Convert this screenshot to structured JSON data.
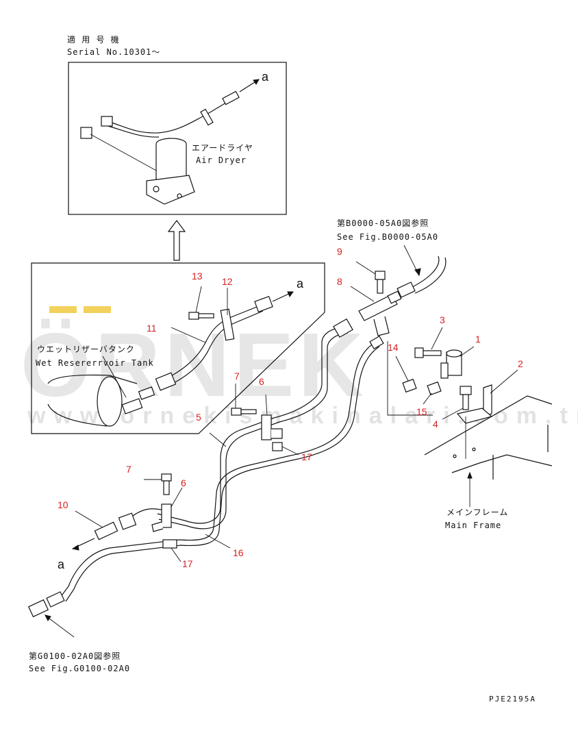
{
  "watermark": {
    "brand": "ÖRNEK",
    "url": "www.ornekismakinalari.com.tr",
    "accent_color": "#f2d15c"
  },
  "inset": {
    "serial_jp": "適 用 号 機",
    "serial_en": "Serial No.10301～",
    "air_dryer_jp": "エアードライヤ",
    "air_dryer_en": "Air Dryer",
    "ref_letter": "a"
  },
  "wet_tank": {
    "label_jp": "ウエットリザーバタンク",
    "label_en": "Wet Resererrvoir Tank",
    "ref_letter": "a"
  },
  "refs": {
    "top_jp": "第B0000-05A0図参照",
    "top_en": "See Fig.B0000-05A0",
    "bottom_jp": "第G0100-02A0図参照",
    "bottom_en": "See Fig.G0100-02A0",
    "bottom_letter": "a"
  },
  "frame": {
    "label_jp": "メインフレーム",
    "label_en": "Main Frame"
  },
  "callouts": [
    "1",
    "2",
    "3",
    "4",
    "5",
    "6",
    "6",
    "7",
    "7",
    "8",
    "9",
    "10",
    "11",
    "12",
    "13",
    "14",
    "15",
    "16",
    "17",
    "17"
  ],
  "drawing_code": "PJE2195A"
}
